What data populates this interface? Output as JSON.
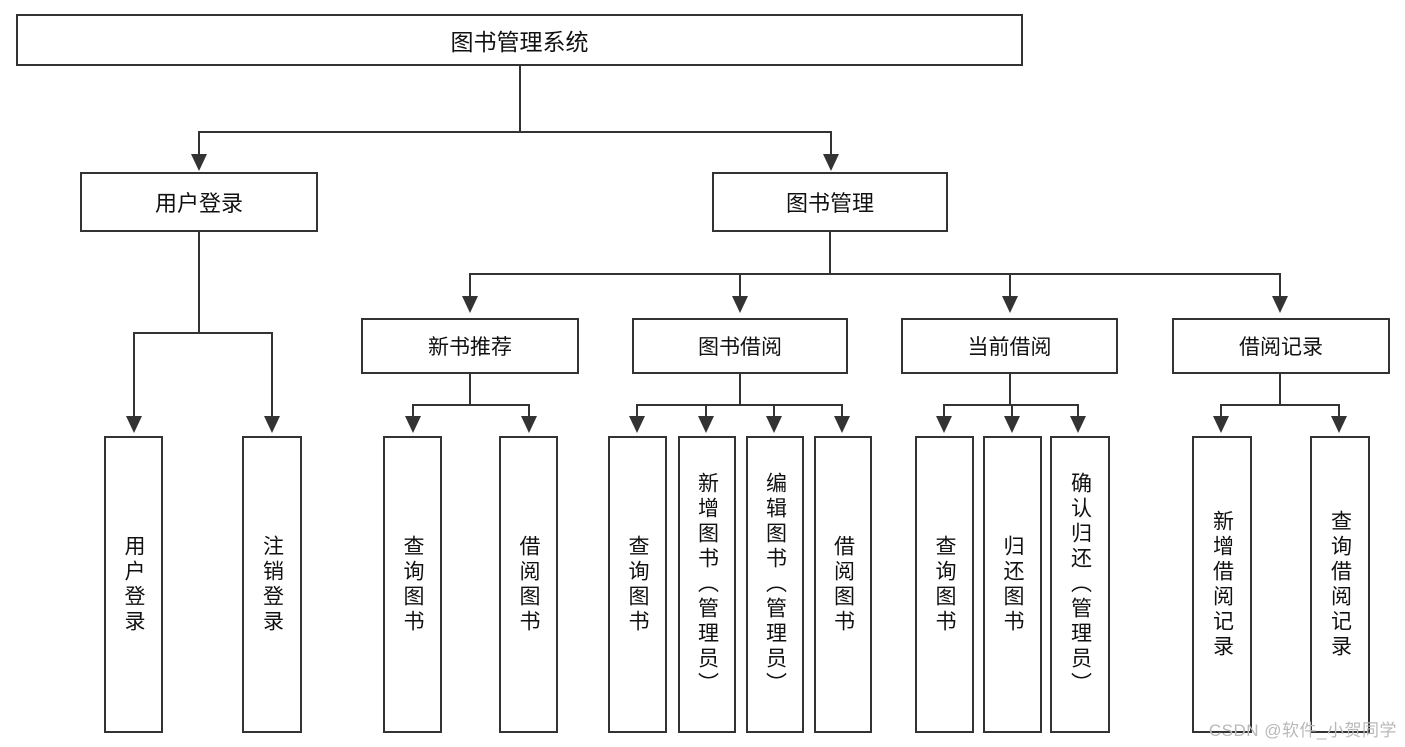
{
  "diagram": {
    "type": "tree-hierarchy-chart",
    "root": {
      "label": "图书管理系统"
    },
    "level2": [
      {
        "label": "用户登录"
      },
      {
        "label": "图书管理"
      }
    ],
    "level3": [
      {
        "label": "新书推荐"
      },
      {
        "label": "图书借阅"
      },
      {
        "label": "当前借阅"
      },
      {
        "label": "借阅记录"
      }
    ],
    "leaves": {
      "user_login": [
        {
          "label": "用户登录"
        },
        {
          "label": "注销登录"
        }
      ],
      "new_book_recommend": [
        {
          "label": "查询图书"
        },
        {
          "label": "借阅图书"
        }
      ],
      "book_borrow": [
        {
          "label": "查询图书"
        },
        {
          "label": "新增图书（管理员）"
        },
        {
          "label": "编辑图书（管理员）"
        },
        {
          "label": "借阅图书"
        }
      ],
      "current_borrow": [
        {
          "label": "查询图书"
        },
        {
          "label": "归还图书"
        },
        {
          "label": "确认归还（管理员）"
        }
      ],
      "borrow_record": [
        {
          "label": "新增借阅记录"
        },
        {
          "label": "查询借阅记录"
        }
      ]
    }
  },
  "watermark": {
    "text": "CSDN @软件_小贺同学"
  },
  "colors": {
    "stroke": "#333333",
    "fill": "#ffffff",
    "text": "#111111",
    "watermark": "#b9b9b9"
  }
}
